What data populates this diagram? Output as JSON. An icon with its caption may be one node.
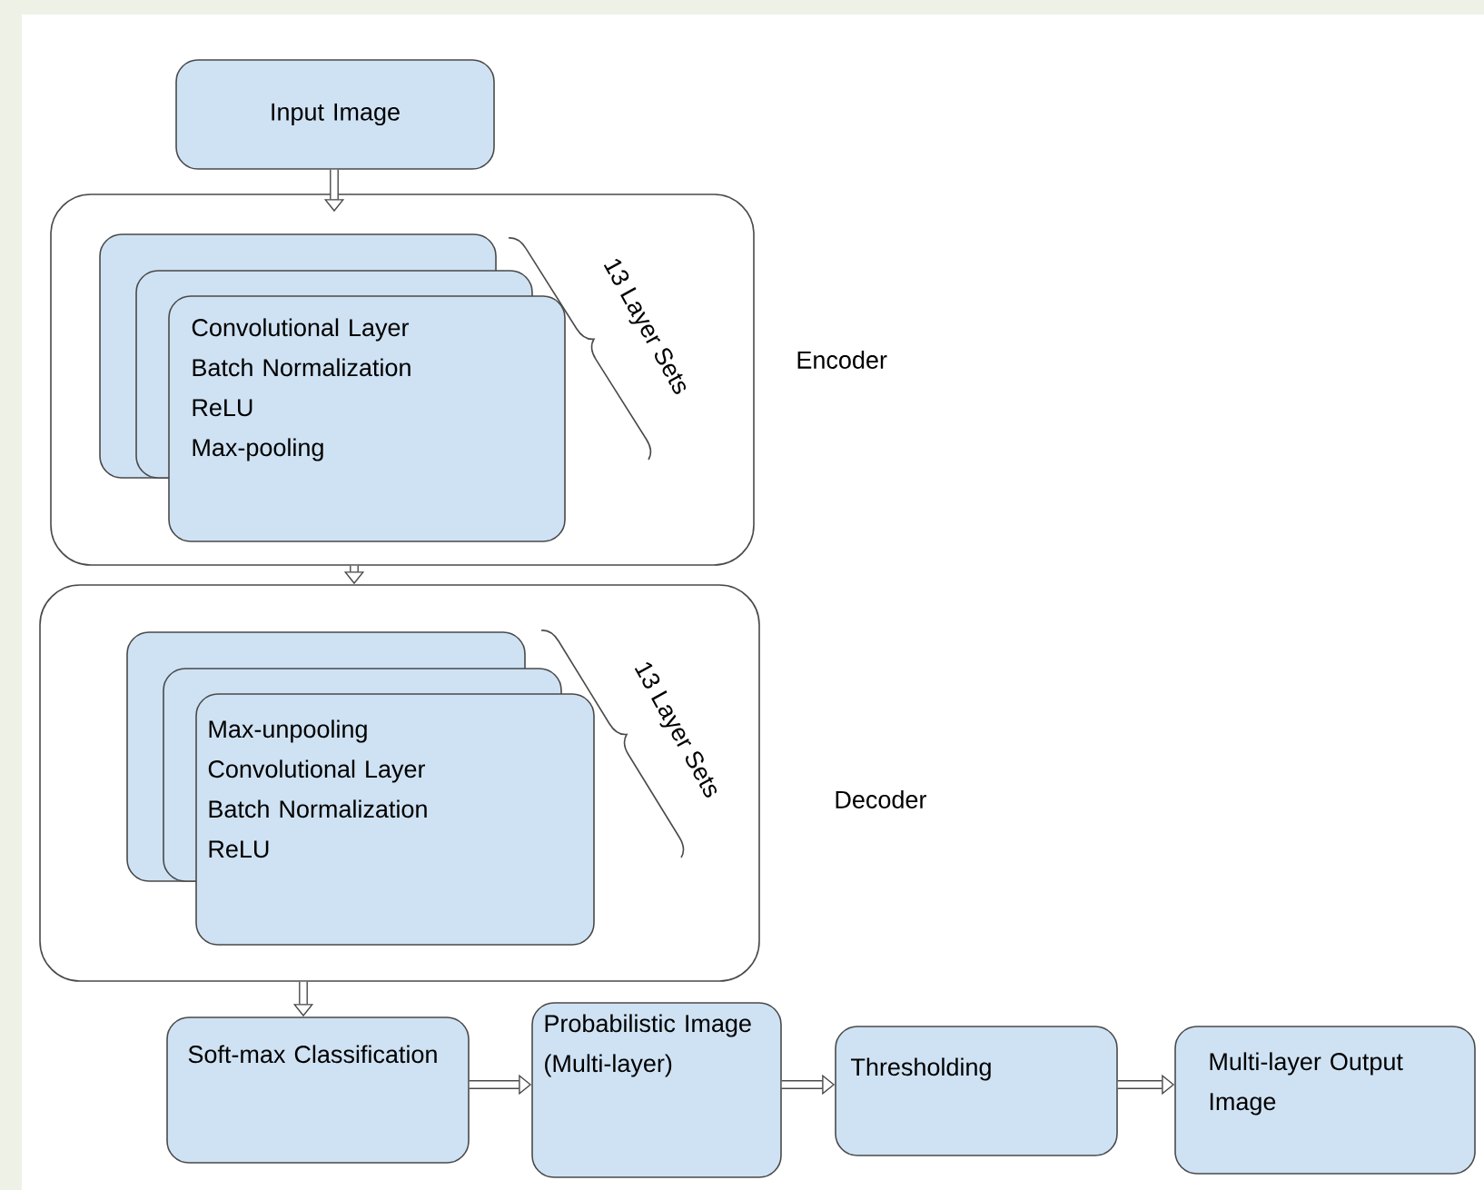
{
  "diagram": {
    "nodes": [
      {
        "text": [
          "Input Image"
        ]
      },
      {
        "text": [
          "Encoder"
        ]
      },
      {
        "text": [
          "Convolutional Layer",
          "Batch Normalization",
          "ReLU",
          "Max-pooling"
        ],
        "in": 1
      },
      {
        "text": [
          "Decoder"
        ]
      },
      {
        "text": [
          "Max-unpooling",
          "Convolutional Layer",
          "Batch Normalization",
          "ReLU"
        ],
        "in": 3
      },
      {
        "text": [
          "Soft-max Classification"
        ]
      },
      {
        "text": [
          "Probabilistic Image (Multi-layer)"
        ]
      },
      {
        "text": [
          "Thresholding"
        ]
      },
      {
        "text": [
          "Multi-layer Output Image"
        ]
      }
    ],
    "edges": [
      {
        "from": 0,
        "to": 1,
        "arrow": "to"
      },
      {
        "from": 1,
        "to": 3,
        "arrow": "to"
      },
      {
        "from": 3,
        "to": 5,
        "arrow": "to"
      },
      {
        "from": 5,
        "to": 6,
        "arrow": "to"
      },
      {
        "from": 6,
        "to": 7,
        "arrow": "to"
      },
      {
        "from": 7,
        "to": 8,
        "arrow": "to"
      }
    ],
    "labels": [
      "13 Layer Sets",
      "13 Layer Sets"
    ]
  }
}
